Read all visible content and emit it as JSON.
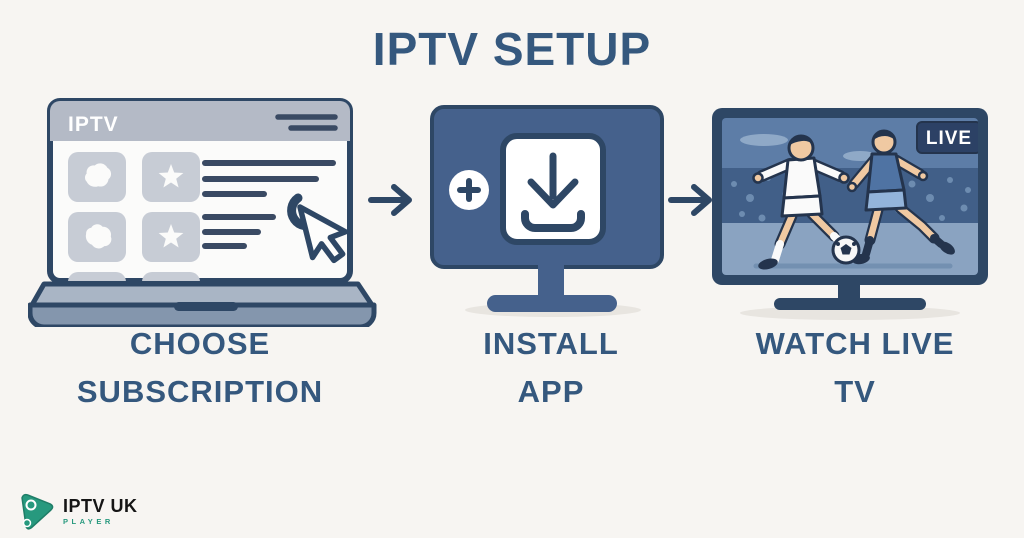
{
  "title": "IPTV SETUP",
  "steps": [
    {
      "line1": "CHOOSE",
      "line2": "SUBSCRIPTION"
    },
    {
      "line1": "INSTALL",
      "line2": "APP"
    },
    {
      "line1": "WATCH LIVE",
      "line2": "TV"
    }
  ],
  "laptop": {
    "header_label": "IPTV"
  },
  "tv": {
    "live_badge": "LIVE"
  },
  "logo": {
    "name": "IPTV UK",
    "subtitle": "PLAYER"
  },
  "icons": {
    "arrow": "arrow-right-icon",
    "cursor": "cursor-icon",
    "download": "download-icon",
    "plus": "plus-icon",
    "menu": "hamburger-icon",
    "play": "play-icon",
    "star": "star-tile-icon",
    "football": "football-icon"
  },
  "colors": {
    "background": "#f7f5f2",
    "heading": "#35587e",
    "outline": "#2e4765",
    "laptop_header_gray": "#b4bac6",
    "tile_gray": "#c7ccd5",
    "monitor_fill": "#45618c",
    "tv_bezel": "#2e4765",
    "tv_scene_sky": "#5d7da7",
    "tv_scene_crowd": "#415f88",
    "tv_scene_field": "#8aa3c1",
    "kit_white": "#fafafa",
    "kit_blue": "#4f73a3",
    "skin": "#f0c9a2",
    "logo_teal": "#27997e"
  }
}
